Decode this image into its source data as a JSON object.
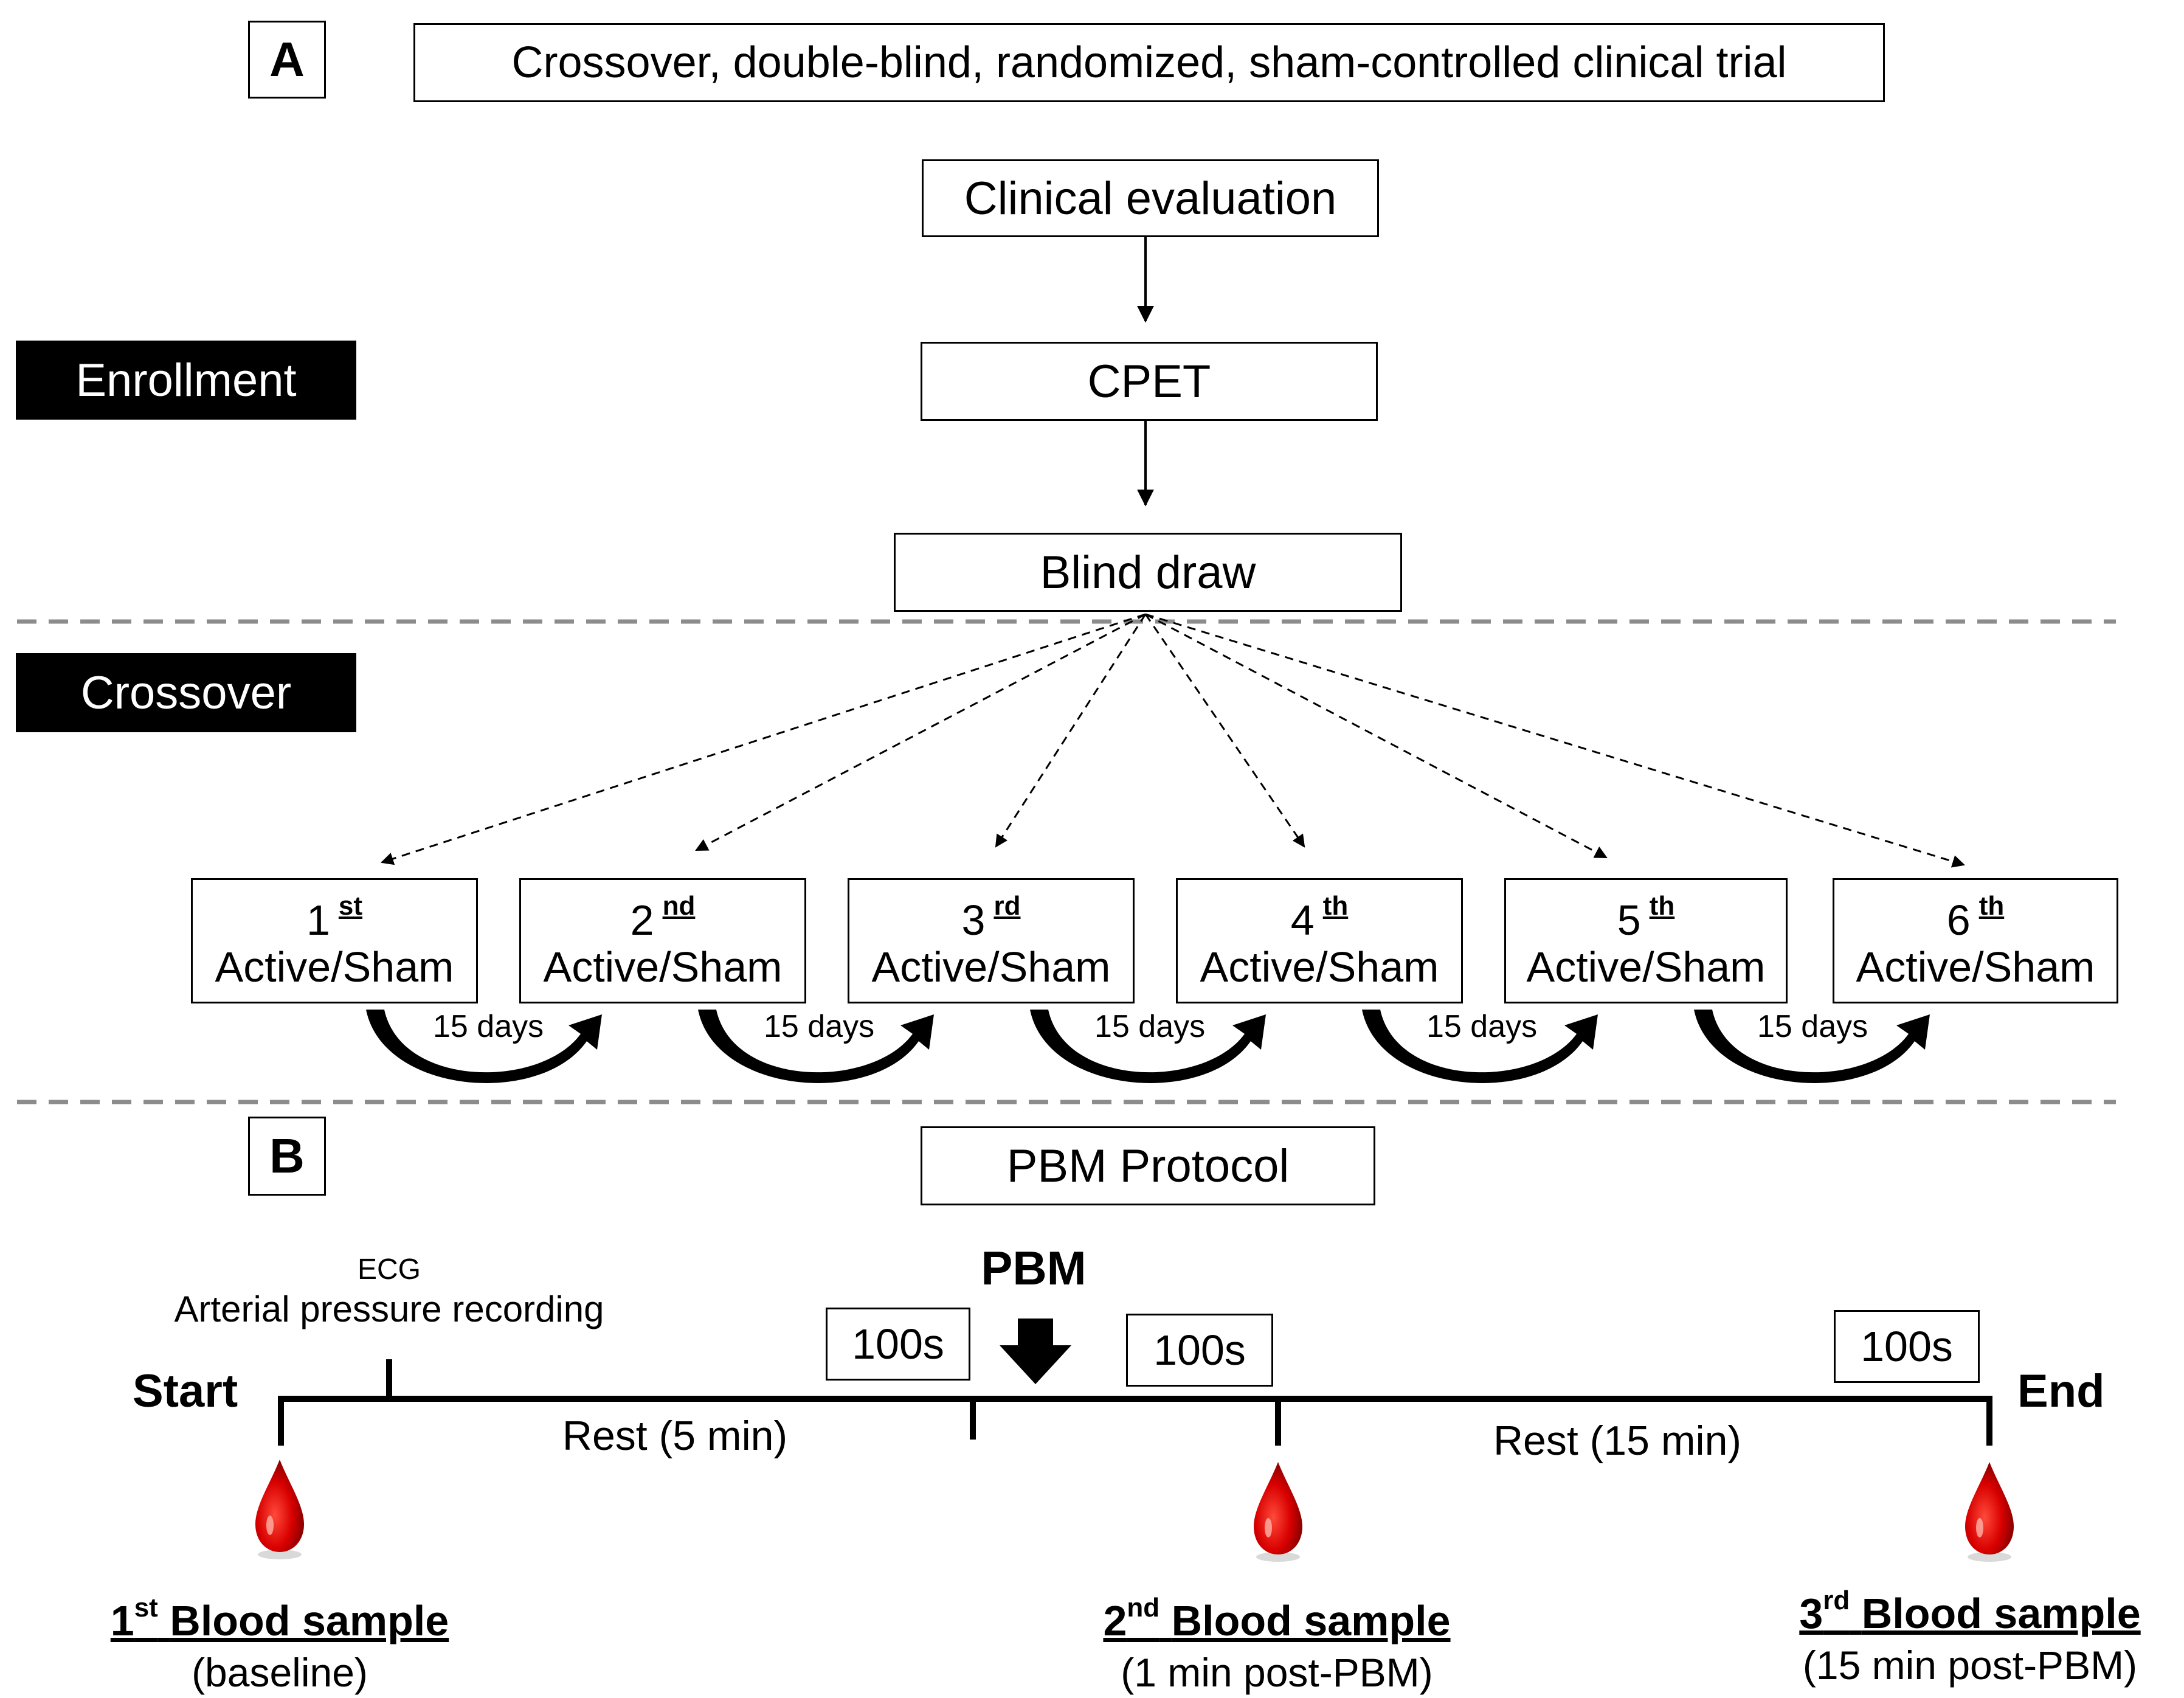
{
  "panel_a": {
    "letter": "A",
    "title": "Crossover, double-blind, randomized, sham-controlled clinical trial",
    "enrollment_label": "Enrollment",
    "crossover_label": "Crossover",
    "steps": [
      "Clinical evaluation",
      "CPET",
      "Blind draw"
    ],
    "arms": [
      {
        "num": "1",
        "ord": "st",
        "label": "Active/Sham"
      },
      {
        "num": "2",
        "ord": "nd",
        "label": "Active/Sham"
      },
      {
        "num": "3",
        "ord": "rd",
        "label": "Active/Sham"
      },
      {
        "num": "4",
        "ord": "th",
        "label": "Active/Sham"
      },
      {
        "num": "5",
        "ord": "th",
        "label": "Active/Sham"
      },
      {
        "num": "6",
        "ord": "th",
        "label": "Active/Sham"
      }
    ],
    "interval_label": "15 days"
  },
  "panel_b": {
    "letter": "B",
    "title": "PBM Protocol",
    "ecg": "ECG",
    "arterial": "Arterial pressure recording",
    "start": "Start",
    "end": "End",
    "pbm": "PBM",
    "windows": [
      "100s",
      "100s",
      "100s"
    ],
    "rest1": "Rest (5 min)",
    "rest2": "Rest (15 min)",
    "samples": [
      {
        "num": "1",
        "ord": "st",
        "label": "Blood sample",
        "sub": "(baseline)"
      },
      {
        "num": "2",
        "ord": "nd",
        "label": "Blood sample",
        "sub": "(1 min post-PBM)"
      },
      {
        "num": "3",
        "ord": "rd",
        "label": "Blood sample",
        "sub": "(15 min post-PBM)"
      }
    ],
    "blood_color": "#d80000"
  }
}
